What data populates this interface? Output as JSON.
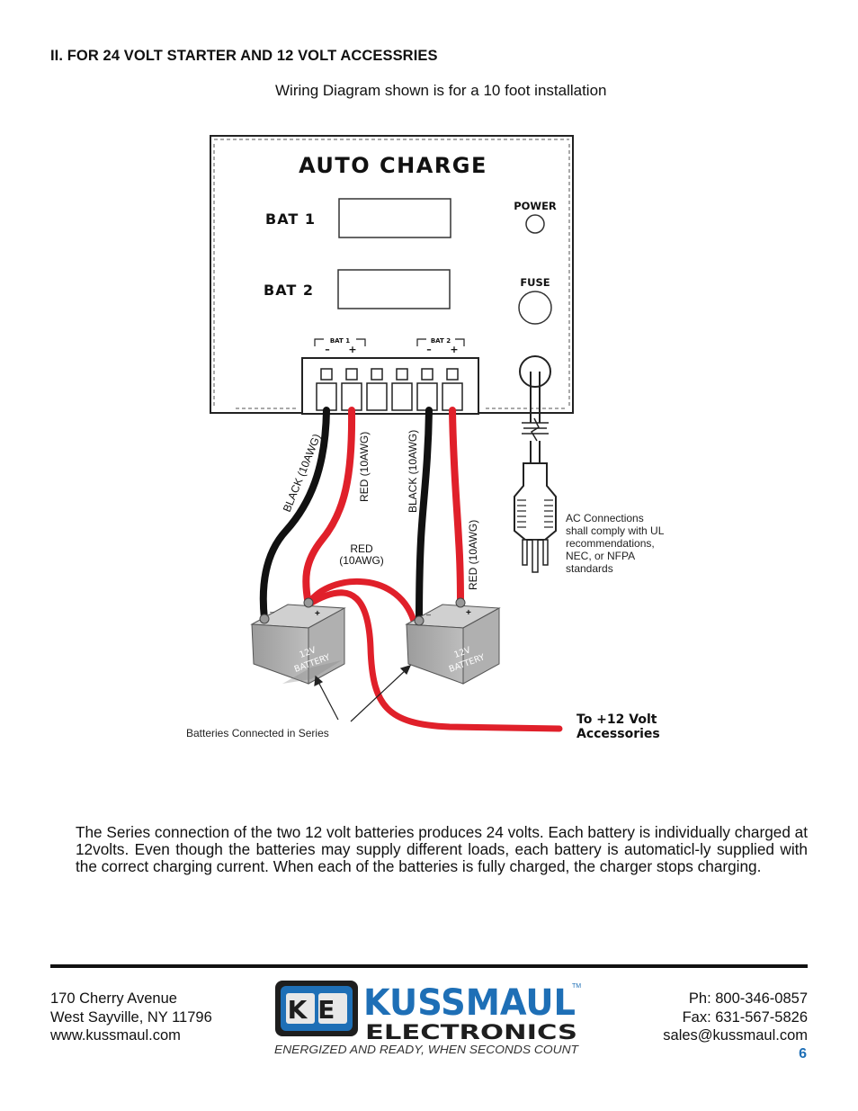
{
  "section_heading": "II.  FOR 24 VOLT STARTER AND 12 VOLT ACCESSRIES",
  "diagram_caption": "Wiring Diagram shown is for a 10 foot installation",
  "diagram": {
    "panel_title": "AUTO CHARGE",
    "bat1_label": "BAT 1",
    "bat2_label": "BAT 2",
    "power_label": "POWER",
    "fuse_label": "FUSE",
    "terminal_bat1": "BAT 1",
    "terminal_bat2": "BAT 2",
    "minus": "–",
    "plus": "+",
    "wire_black_1": "BLACK  (10AWG)",
    "wire_red_1": "RED  (10AWG)",
    "wire_black_2": "BLACK  (10AWG)",
    "wire_red_2": "RED  (10AWG)",
    "jumper_line1": "RED",
    "jumper_line2": "(10AWG)",
    "battery_label_line1": "12V",
    "battery_label_line2": "BATTERY",
    "ac_note": [
      "AC Connections",
      "shall comply with UL",
      "recommendations,",
      "NEC, or NFPA",
      "standards"
    ],
    "series_note": "Batteries  Connected  in  Series",
    "accessories_line1": "To  +12  Volt",
    "accessories_line2": "Accessories"
  },
  "paragraph": "The Series connection of the two 12 volt batteries produces 24 volts. Each battery is individually charged at 12volts. Even though the batteries may supply different loads, each battery is automaticl-ly supplied with the correct charging current. When each of the batteries is fully charged, the charger stops charging.",
  "footer": {
    "address_line1": "170 Cherry Avenue",
    "address_line2": "West Sayville, NY 11796",
    "website": "www.kussmaul.com",
    "phone": "Ph: 800-346-0857",
    "fax": "Fax: 631-567-5826",
    "email": "sales@kussmaul.com",
    "logo_ke": "KE",
    "logo_name": "KUSSMAUL",
    "logo_sub": "ELECTRONICS",
    "logo_tm": "TM",
    "tagline": "ENERGIZED AND READY, WHEN SECONDS COUNT",
    "page_number": "6"
  },
  "colors": {
    "wire_red": "#e0202a",
    "wire_black": "#111111",
    "battery_fill": "#b3b3b3",
    "brand_blue": "#1e6fb6"
  }
}
